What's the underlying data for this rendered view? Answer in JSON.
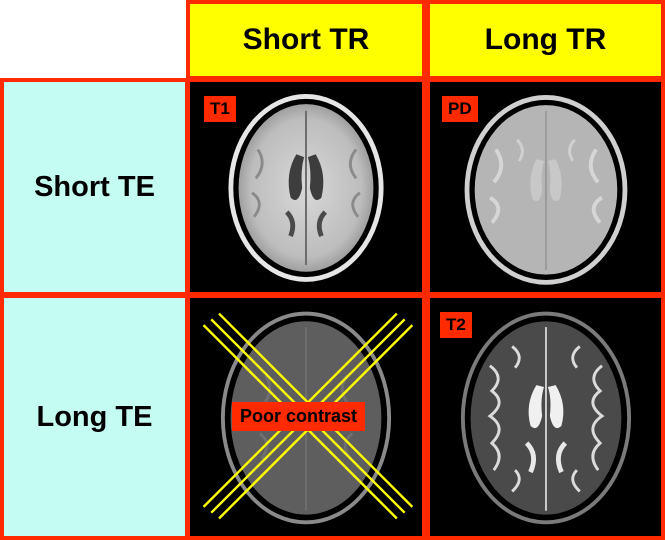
{
  "columns": {
    "short_tr": "Short TR",
    "long_tr": "Long TR"
  },
  "rows": {
    "short_te": "Short TE",
    "long_te": "Long TE"
  },
  "cells": {
    "t1": {
      "tag": "T1"
    },
    "pd": {
      "tag": "PD"
    },
    "t2": {
      "tag": "T2"
    },
    "poor": {
      "label": "Poor contrast"
    }
  },
  "colors": {
    "border": "#ff2a00",
    "header_bg": "#ffff00",
    "row_bg": "#c4fcf2",
    "cross": "#ffff00"
  },
  "icons": [
    "brain-mri-t1",
    "brain-mri-pd",
    "brain-mri-t2",
    "brain-mri-crossed",
    "x-cross-icon"
  ]
}
